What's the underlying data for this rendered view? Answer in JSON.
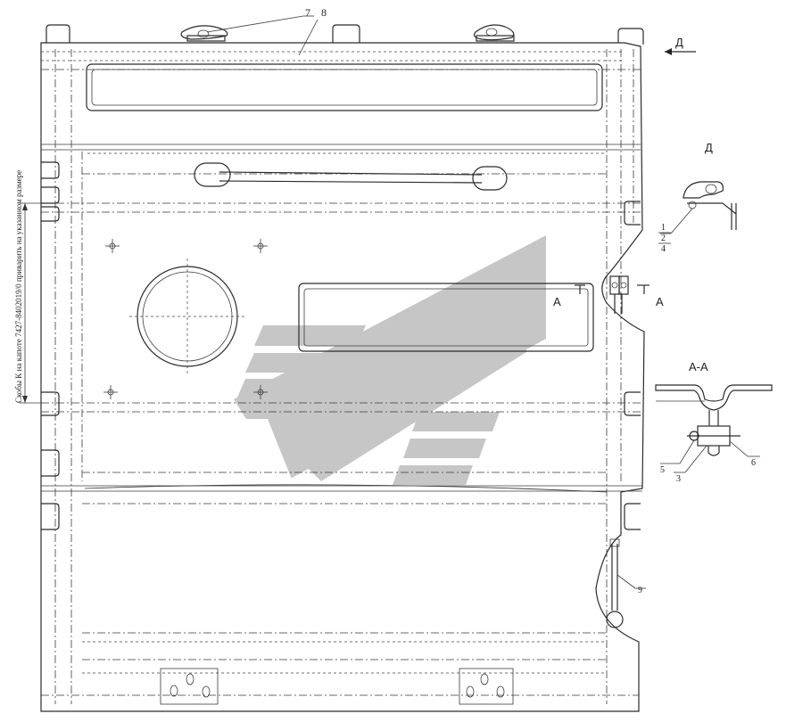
{
  "labels": {
    "view_d_top": "Д",
    "view_d_detail": "Д",
    "section_a_left": "А",
    "section_a_right": "А",
    "section_title": "А-А",
    "callout_7": "7",
    "callout_8": "8",
    "callout_1": "1",
    "callout_2": "2",
    "callout_4": "4",
    "callout_5": "5",
    "callout_3": "3",
    "callout_6": "6",
    "callout_9": "9"
  },
  "side_note": "Скобы К на капоте 7427-8402019/0 приварить на указанном размере",
  "colors": {
    "watermark": "#b8b8b8",
    "line": "#2b2b2b"
  }
}
